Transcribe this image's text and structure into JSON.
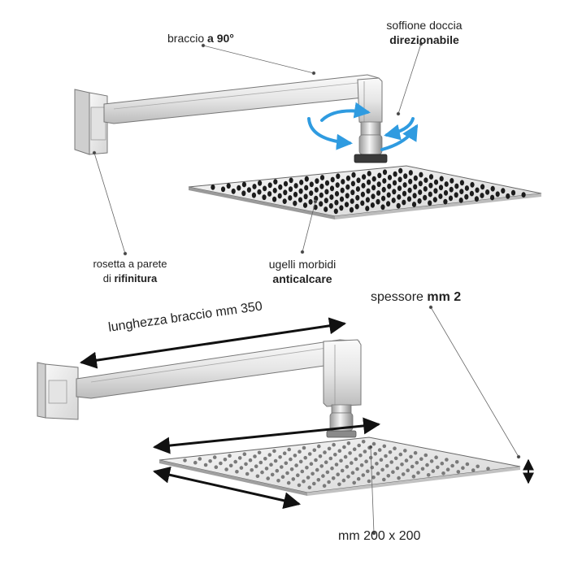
{
  "labels": {
    "arm_angle": {
      "text": "braccio",
      "bold": "a 90°"
    },
    "head_directional": {
      "line1": "soffione doccia",
      "line2_bold": "direzionabile"
    },
    "wall_rosette": {
      "line1": "rosetta a parete",
      "line2_prefix": "di",
      "line2_bold": "rifinitura"
    },
    "nozzles": {
      "line1": "ugelli morbidi",
      "line2_bold": "anticalcare"
    },
    "arm_length": {
      "text": "lunghezza braccio mm 350"
    },
    "thickness": {
      "text": "spessore",
      "bold": "mm 2"
    },
    "head_size": {
      "text": "mm 200 x 200"
    }
  },
  "colors": {
    "line": "#555555",
    "metal_light": "#f2f2f2",
    "metal_mid": "#cfcfcf",
    "metal_dark": "#8f8f8f",
    "nozzle": "#1c1c1c",
    "rotation_arrow": "#2f9be0",
    "dimension_arrow": "#111111"
  }
}
